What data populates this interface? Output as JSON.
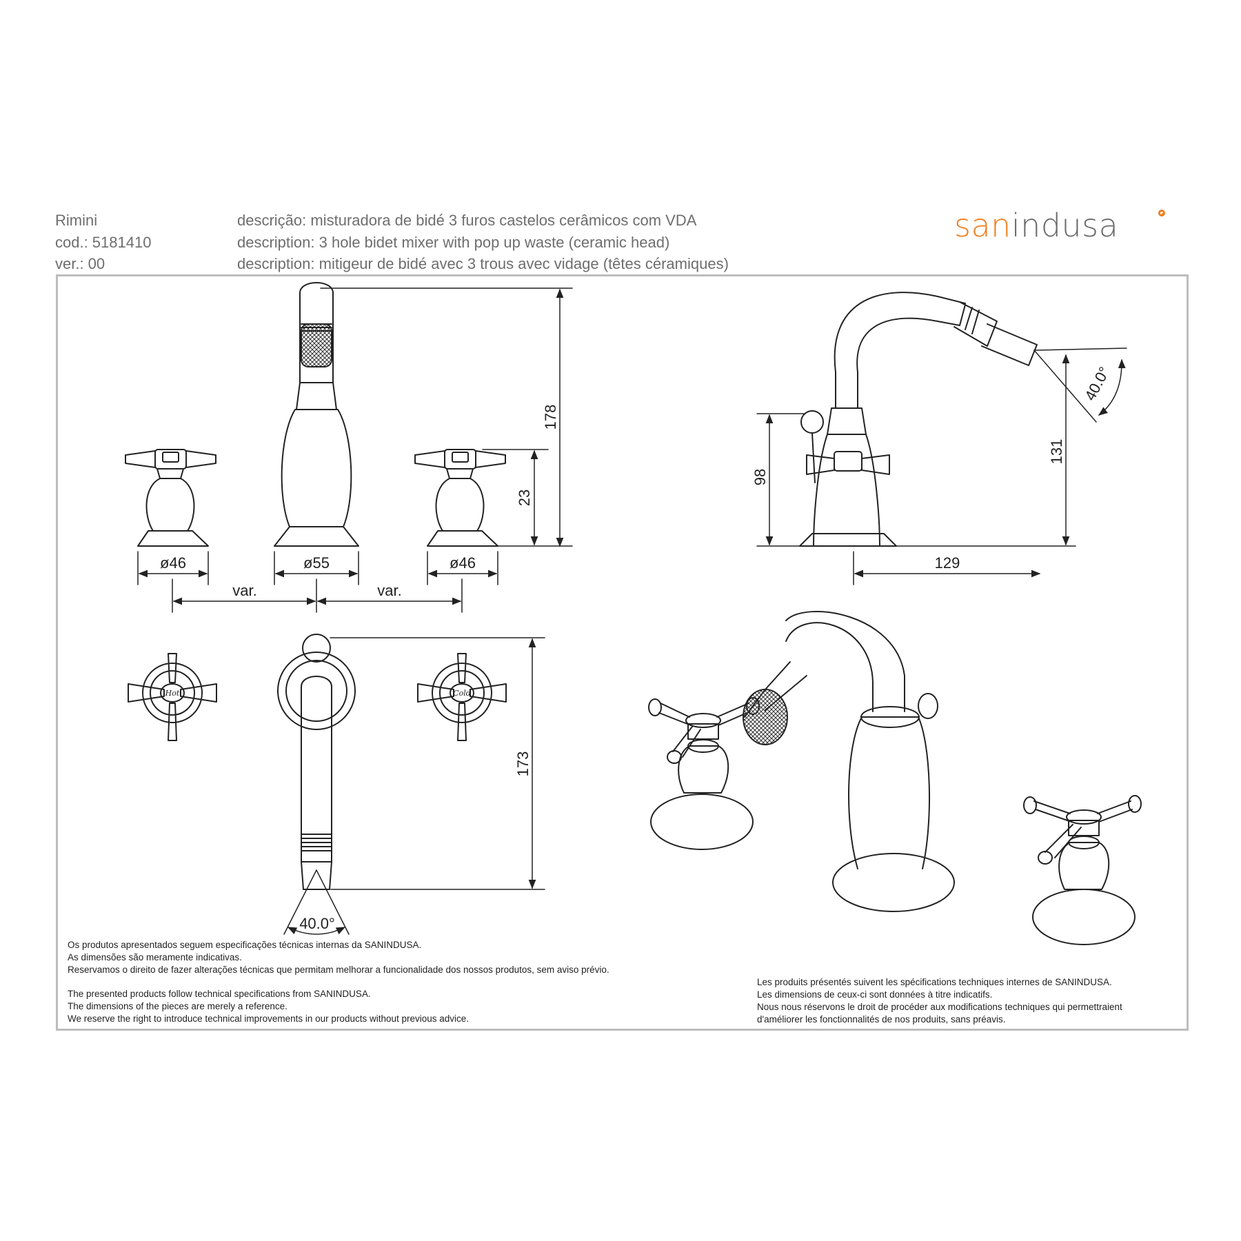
{
  "header": {
    "model": "Rimini",
    "code": "cod.: 5181410",
    "version": "ver.: 00",
    "desc_pt": "descrição: misturadora de bidé 3 furos castelos cerâmicos com VDA",
    "desc_en": "description: 3 hole bidet mixer with pop up waste (ceramic head)",
    "desc_fr": "description: mitigeur de bidé avec 3 trous avec vidage (têtes céramiques)"
  },
  "brand": {
    "part_a": "san",
    "part_b": "indusa",
    "accent_color": "#f07e1f",
    "text_color": "#6b6b6b"
  },
  "dimensions": {
    "height_total": "178",
    "handle_height": "23",
    "diam_left": "ø46",
    "diam_center": "ø55",
    "diam_right": "ø46",
    "spacing_left": "var.",
    "spacing_right": "var.",
    "top_view_length": "173",
    "top_view_angle": "40.0°",
    "side_height": "98",
    "side_spout_height": "131",
    "side_reach": "129",
    "side_angle": "40.0°"
  },
  "notes": {
    "pt": [
      "Os produtos apresentados seguem especificações técnicas internas da SANINDUSA.",
      "As dimensões são meramente indicativas.",
      "Reservamos o direito de fazer alterações técnicas que permitam melhorar a funcionalidade dos nossos produtos, sem aviso prévio."
    ],
    "en": [
      "The presented products follow technical specifications from SANINDUSA.",
      "The dimensions of the pieces are merely a reference.",
      "We reserve the right to introduce technical improvements in our products without previous advice."
    ],
    "fr": [
      "Les produits présentés suivent les spécifications techniques internes de SANINDUSA.",
      "Les dimensions de ceux-ci sont données à titre indicatifs.",
      "Nous nous réservons le droit de procéder aux modifications techniques qui permettraient",
      "d'améliorer les fonctionnalités de nos produits, sans préavis."
    ]
  },
  "handle_labels": {
    "hot": "Hot",
    "cold": "Cold"
  }
}
